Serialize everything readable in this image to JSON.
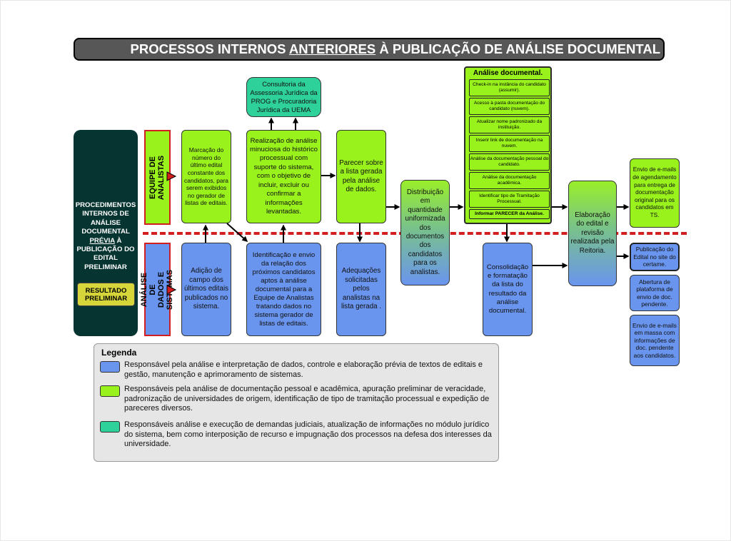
{
  "title": {
    "pre": "PROCESSOS INTERNOS ",
    "underlined": "ANTERIORES",
    "post": " À PUBLICAÇÃO DE ANÁLISE DOCUMENTAL"
  },
  "left_panel": {
    "line1": "PROCEDIMENTOS INTERNOS DE ANÁLISE DOCUMENTAL",
    "underlined": "PRÉVIA",
    "line2": " À PUBLICAÇÃO DO EDITAL PRELIMINAR",
    "badge": "RESULTADO PRELIMINAR"
  },
  "lanes": {
    "top": "EQUIPE DE ANALISTAS",
    "bottom": "ANÁLISE DE DADOS E SISTEMAS"
  },
  "boxes": {
    "marcacao": "Marcação do número do último edital constante dos candidatos, para serem exibidos no gerador de listas de editais.",
    "consultoria": "Consultoria da Assessoria Jurídica da PROG e Procuradoria Jurídica da UEMA",
    "realizacao": "Realização de análise minuciosa do histórico processual com suporte do sistema, com o objetivo de incluir, excluir ou confirmar a informações levantadas.",
    "parecer": "Parecer sobre a lista gerada pela análise de dados.",
    "distribuicao": "Distribuição em quantidade uniformizada dos documentos dos candidatos para os analistas.",
    "elaboracao": "Elaboração do edital e revisão realizada pela Reitoria.",
    "envio_agendamento": "Envio de e-mails de agendamento para entrega de documentação original para os candidatos em TS.",
    "adicao": "Adição de campo dos últimos editais publicados no sistema.",
    "identificacao": "Identificação e envio da relação dos próximos candidatos aptos à análise documental para a Equipe de Analistas tratando dados no sistema gerador de listas de editais.",
    "adequacoes": "Adequações solicitadas pelos analistas na lista gerada .",
    "consolidacao": "Consolidação e formatação da lista do resultado da análise documental.",
    "publicacao": "Publicação do Edital no site do certame.",
    "abertura": "Abertura de plataforma de envio de doc. pendente.",
    "envio_massa": "Envio de e-mails em massa com informações de doc. pendente aos candidatos."
  },
  "analise_documental": {
    "title": "Análise documental.",
    "items": [
      "Check-in na instância do candidato (assumir).",
      "Acesso à pasta documentação do candidato (nuvem).",
      "Atualizar nome padronizado da instituição.",
      "Inserir link de documentação na nuvem.",
      "Análise da documentação pessoal do candidato.",
      "Análise da documentação acadêmica.",
      "Identificar tipo de Tramitação Processual.",
      "Informar PARECER da Análise."
    ]
  },
  "legend": {
    "title": "Legenda",
    "items": [
      {
        "color": "#6a95ee",
        "text": "Responsável pela análise e interpretação de dados, controle e elaboração prévia de textos de editais e gestão, manutenção e aprimoramento de sistemas."
      },
      {
        "color": "#99f21b",
        "text": "Responsáveis pela análise de documentação pessoal e acadêmica, apuração preliminar de veracidade, padronização de universidades de origem, identificação de tipo de tramitação processual e expedição de pareceres diversos."
      },
      {
        "color": "#2fd19a",
        "text": "Responsáveis análise e execução de demandas judiciais, atualização de informações no módulo jurídico do sistema, bem como interposição de recurso e impugnação dos processos na defesa dos interesses da universidade."
      }
    ]
  },
  "colors": {
    "analistas": "#99f21b",
    "dados": "#6a95ee",
    "juridico": "#2fd19a",
    "divider": "#d21e1e",
    "panel": "#063431"
  }
}
